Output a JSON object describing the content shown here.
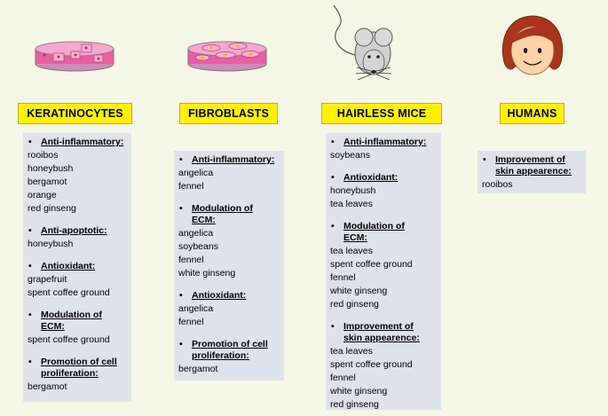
{
  "columns": [
    {
      "id": "keratinocytes",
      "title": "KERATINOCYTES",
      "icon": "petri-dish-keratinocytes-icon",
      "sections": [
        {
          "title": "Anti-inflammatory:",
          "items": [
            "rooibos",
            "honeybush",
            "bergamot",
            "orange",
            "red ginseng"
          ]
        },
        {
          "title": "Anti-apoptotic:",
          "items": [
            "honeybush"
          ]
        },
        {
          "title": "Antioxidant:",
          "items": [
            "grapefruit",
            "spent coffee ground"
          ]
        },
        {
          "title": "Modulation of ECM:",
          "lines": [
            "Modulation of",
            "ECM:"
          ],
          "items": [
            "spent coffee ground"
          ]
        },
        {
          "title": "Promotion of cell proliferation:",
          "lines": [
            "Promotion of cell",
            "proliferation:"
          ],
          "items": [
            "bergamot"
          ]
        }
      ]
    },
    {
      "id": "fibroblasts",
      "title": "FIBROBLASTS",
      "icon": "petri-dish-fibroblasts-icon",
      "sections": [
        {
          "title": "Anti-inflammatory:",
          "items": [
            "angelica",
            "fennel"
          ]
        },
        {
          "title": "Modulation of ECM:",
          "lines": [
            "Modulation of",
            "ECM:"
          ],
          "items": [
            "angelica",
            "soybeans",
            "fennel",
            "white ginseng"
          ]
        },
        {
          "title": "Antioxidant:",
          "items": [
            "angelica",
            "fennel"
          ]
        },
        {
          "title": "Promotion of cell proliferation:",
          "lines": [
            "Promotion of cell",
            "proliferation:"
          ],
          "items": [
            "bergamot"
          ]
        }
      ]
    },
    {
      "id": "hairless-mice",
      "title": "HAIRLESS MICE",
      "icon": "mouse-icon",
      "sections": [
        {
          "title": "Anti-inflammatory:",
          "items": [
            "soybeans"
          ]
        },
        {
          "title": "Antioxidant:",
          "items": [
            "honeybush",
            "tea leaves"
          ]
        },
        {
          "title": "Modulation of ECM:",
          "lines": [
            "Modulation of",
            "ECM:"
          ],
          "items": [
            "tea leaves",
            "spent coffee ground",
            "fennel",
            "white ginseng",
            "red ginseng"
          ]
        },
        {
          "title": "Improvement of skin appearence:",
          "lines": [
            "Improvement of",
            "skin appearence:"
          ],
          "items": [
            "tea leaves",
            "spent coffee ground",
            "fennel",
            "white ginseng",
            "red ginseng"
          ]
        }
      ]
    },
    {
      "id": "humans",
      "title": "HUMANS",
      "icon": "human-face-icon",
      "sections": [
        {
          "title": "Improvement of skin appearence:",
          "lines": [
            "Improvement of",
            "skin appearence:"
          ],
          "items": [
            "rooibos"
          ]
        }
      ]
    }
  ],
  "colors": {
    "background": "#f5f7e6",
    "header_fill": "#fff200",
    "header_border": "#c9a14a",
    "panel_fill": "#dde3ea",
    "dish_pink": "#e85fa3"
  }
}
